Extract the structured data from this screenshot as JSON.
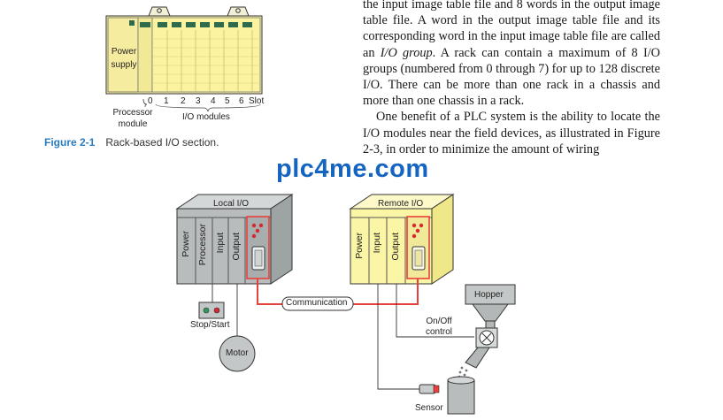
{
  "body_text": {
    "para1": "the input image table file and 8 words in the output image table file. A word in the output image table file and its corresponding word in the input image table file are called an ",
    "para1_italic": "I/O group",
    "para1_end": ". A rack can contain a maximum of 8 I/O groups (numbered from 0 through 7) for up to 128 discrete I/O. There can be more than one rack in a chassis and more than one chassis in a rack.",
    "para2": "One benefit of a PLC system is the ability to locate the I/O modules near the field devices, as illustrated in Figure 2-3, in order to minimize the amount of wiring"
  },
  "figure_top": {
    "power_supply_label": "Power supply",
    "slot_numbers": [
      "0",
      "1",
      "2",
      "3",
      "4",
      "5",
      "6"
    ],
    "slot_label": "Slot",
    "processor_label": "Processor module",
    "io_label": "I/O modules",
    "caption_number": "Figure 2-1",
    "caption_text": "Rack-based I/O section."
  },
  "watermark": "plc4me.com",
  "figure_bottom": {
    "local_title": "Local I/O",
    "local_modules": [
      "Power",
      "Processor",
      "Input",
      "Output"
    ],
    "remote_title": "Remote I/O",
    "remote_modules": [
      "Power",
      "Input",
      "Output"
    ],
    "communication": "Communication",
    "stop_start": "Stop/Start",
    "motor": "Motor",
    "hopper": "Hopper",
    "onoff": "On/Off control",
    "sensor": "Sensor"
  },
  "colors": {
    "rack_yellow": "#fbf5a6",
    "local_gray": "#b8bcbc",
    "comm_red": "#e8413b",
    "caption_blue": "#2a7cc0",
    "watermark_blue": "#1565c0"
  }
}
